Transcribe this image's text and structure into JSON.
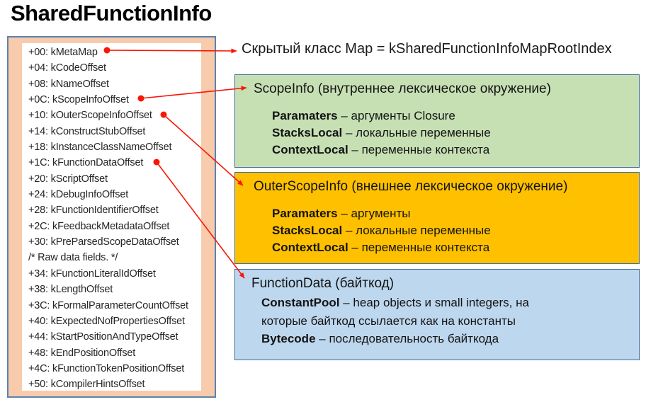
{
  "title": "SharedFunctionInfo",
  "map_note": "Скрытый класс Map = kSharedFunctionInfoMapRootIndex",
  "offsets": {
    "items": [
      "+00: kMetaMap",
      "+04: kCodeOffset",
      "+08: kNameOffset",
      "+0C: kScopeInfoOffset",
      "+10: kOuterScopeInfoOffset",
      "+14: kConstructStubOffset",
      "+18: kInstanceClassNameOffset",
      "+1C: kFunctionDataOffset",
      "+20: kScriptOffset",
      "+24: kDebugInfoOffset",
      "+28: kFunctionIdentifierOffset",
      "+2C: kFeedbackMetadataOffset",
      "+30: kPreParsedScopeDataOffset",
      "/* Raw data fields. */",
      "+34: kFunctionLiteralIdOffset",
      "+38: kLengthOffset",
      "+3C: kFormalParameterCountOffset",
      "+40: kExpectedNofPropertiesOffset",
      "+44: kStartPositionAndTypeOffset",
      "+48: kEndPositionOffset",
      "+4C: kFunctionTokenPositionOffset",
      "+50: kCompilerHintsOffset"
    ]
  },
  "boxes": [
    {
      "name": "ScopeInfo",
      "title": "ScopeInfo (внутреннее лексическое окружение)",
      "rows": [
        {
          "term": "Paramaters",
          "desc": "– аргументы Closure"
        },
        {
          "term": "StacksLocal",
          "desc": "– локальные переменные"
        },
        {
          "term": "ContextLocal",
          "desc": "– переменные контекста"
        }
      ]
    },
    {
      "name": "OuterScopeInfo",
      "title": "OuterScopeInfo (внешнее лексическое окружение)",
      "rows": [
        {
          "term": "Paramaters",
          "desc": "– аргументы"
        },
        {
          "term": "StacksLocal",
          "desc": "– локальные переменные"
        },
        {
          "term": "ContextLocal",
          "desc": "– переменные контекста"
        }
      ]
    },
    {
      "name": "FunctionData",
      "title": "FunctionData (байткод)",
      "rows": [
        {
          "term": "ConstantPool",
          "desc": "– heap objects и small integers, на которые байткод ссылается как на константы"
        },
        {
          "term": "Bytecode",
          "desc": "– последовательность байткода"
        }
      ]
    }
  ],
  "colors": {
    "panel_fill": "#f8cbad",
    "scope_info_fill": "#c6e0b4",
    "outer_scope_info_fill": "#ffc000",
    "function_data_fill": "#bdd7ee",
    "box_border": "#41719c",
    "arrow": "#fa1505"
  }
}
